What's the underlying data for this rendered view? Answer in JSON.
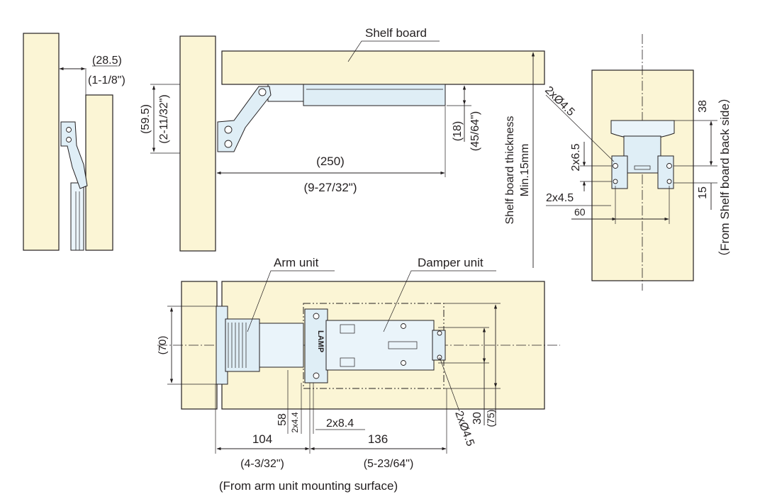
{
  "labels": {
    "shelf_board": "Shelf board",
    "arm_unit": "Arm unit",
    "damper_unit": "Damper unit",
    "thickness_line1": "Shelf board thickness",
    "thickness_line2": "Min.15mm",
    "back_side": "（From Shelf board back side）",
    "from_mounting": "(From arm unit mounting surface)"
  },
  "dims": {
    "d28_5": "(28.5)",
    "d1_1_8": "(1-1/8\")",
    "d59_5": "(59.5)",
    "d2_11_32": "(2-11/32\")",
    "d18": "(18)",
    "d45_64": "(45/64\")",
    "d250": "(250)",
    "d9_27_32": "(9-27/32\")",
    "hole_2x45_top": "2xØ4.5",
    "d38": "38",
    "slot_2x65": "2x6.5",
    "hole_2x45_small": "2x4.5",
    "d15": "15",
    "d60": "60",
    "d70": "(70)",
    "d58": "58",
    "slot_2x44": "2x4.4",
    "slot_2x84": "2x8.4",
    "d104": "104",
    "d136": "136",
    "d4_3_32": "(4-3/32\")",
    "d5_23_64": "(5-23/64\")",
    "hole_2x45_bottom": "2xØ4.5",
    "d30": "30",
    "d75": "(75)",
    "product_mark": "LAMP"
  }
}
